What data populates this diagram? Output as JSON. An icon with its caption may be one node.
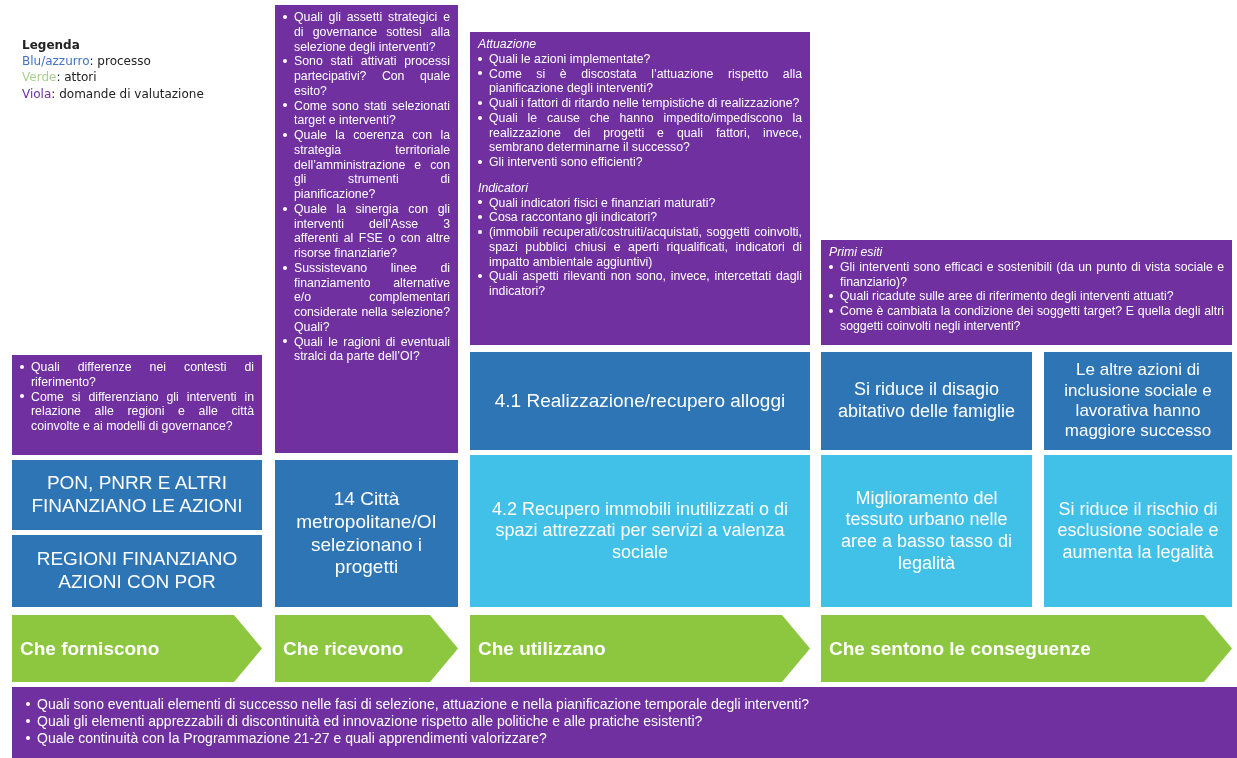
{
  "diagram": {
    "nodes": [
      {
        "text": [
          "Quali differenze nei contesti di riferimento?",
          "Come si differenziano gli interventi in relazione alle regioni e alle città coinvolte e ai modelli di governance?"
        ]
      },
      {
        "text": [
          "PON, PNRR E ALTRI FINANZIANO LE AZIONI"
        ]
      },
      {
        "text": [
          "REGIONI FINANZIANO AZIONI CON POR"
        ]
      },
      {
        "text": [
          "Che forniscono"
        ]
      },
      {
        "text": [
          "Quali gli assetti strategici e di governance sottesi alla selezione degli interventi?",
          "Sono stati attivati processi partecipativi? Con quale esito?",
          "Come sono stati selezionati target e interventi?",
          "Quale la coerenza con la strategia territoriale dell’amministrazione e con gli strumenti di pianificazione?",
          "Quale la sinergia con gli interventi dell’Asse 3 afferenti al FSE o con altre risorse finanziarie?",
          "Sussistevano linee di finanziamento alternative e/o complementari considerate nella selezione? Quali?",
          "Quali le ragioni di eventuali stralci da parte dell’OI?"
        ]
      },
      {
        "text": [
          "14 Città metropolitane/OI selezionano i progetti"
        ]
      },
      {
        "text": [
          "Che ricevono"
        ]
      },
      {
        "text": [
          "Attuazione",
          "Quali le azioni implementate?",
          "Come si è discostata l’attuazione rispetto alla pianificazione degli interventi?",
          "Quali i fattori di ritardo nelle tempistiche di realizzazione?",
          "Quali le cause che hanno impedito/impediscono la realizzazione dei progetti e quali fattori, invece, sembrano determinarne il successo?",
          "Gli interventi sono efficienti?",
          "Indicatori",
          "Quali indicatori fisici e finanziari maturati?",
          "Cosa raccontano gli indicatori?",
          "(immobili recuperati/costruiti/acquistati, soggetti coinvolti, spazi pubblici chiusi e aperti riqualificati, indicatori di impatto ambientale aggiuntivi)",
          "Quali aspetti rilevanti non sono, invece, intercettati dagli indicatori?"
        ]
      },
      {
        "text": [
          "4.1 Realizzazione/recupero alloggi"
        ]
      },
      {
        "text": [
          "4.2 Recupero immobili inutilizzati o di spazi attrezzati per servizi a valenza sociale"
        ]
      },
      {
        "text": [
          "Che utilizzano"
        ]
      },
      {
        "text": [
          "Primi esiti",
          "Gli interventi sono efficaci e sostenibili (da un punto di vista sociale e finanziario)?",
          "Quali ricadute sulle aree di riferimento degli interventi attuati?",
          "Come è cambiata la condizione dei soggetti target? E quella degli altri soggetti coinvolti negli interventi?"
        ]
      },
      {
        "text": [
          "Si riduce il disagio abitativo delle famiglie"
        ]
      },
      {
        "text": [
          "Le altre azioni di inclusione sociale e lavorativa hanno maggiore successo"
        ]
      },
      {
        "text": [
          "Miglioramento del tessuto urbano nelle aree a basso tasso di legalità"
        ]
      },
      {
        "text": [
          "Si riduce il rischio di esclusione sociale e aumenta la legalità"
        ]
      },
      {
        "text": [
          "Che sentono le conseguenze"
        ]
      },
      {
        "text": [
          "Quali sono eventuali elementi di successo nelle fasi di selezione, attuazione e nella pianificazione temporale degli interventi?",
          "Quali gli elementi apprezzabili di discontinuità ed innovazione rispetto alle politiche e alle pratiche esistenti?",
          "Quale continuità con la Programmazione 21-27 e quali apprendimenti valorizzare?"
        ]
      }
    ],
    "labels": [
      "Legenda"
    ],
    "legend": [
      {
        "text": "Blu/azzurro: processo",
        "color": "#4472c4"
      },
      {
        "text": "Verde: attori",
        "color": "#a9d18e"
      },
      {
        "text": "Viola: domande di valutazione",
        "color": "#7030a0"
      }
    ]
  }
}
